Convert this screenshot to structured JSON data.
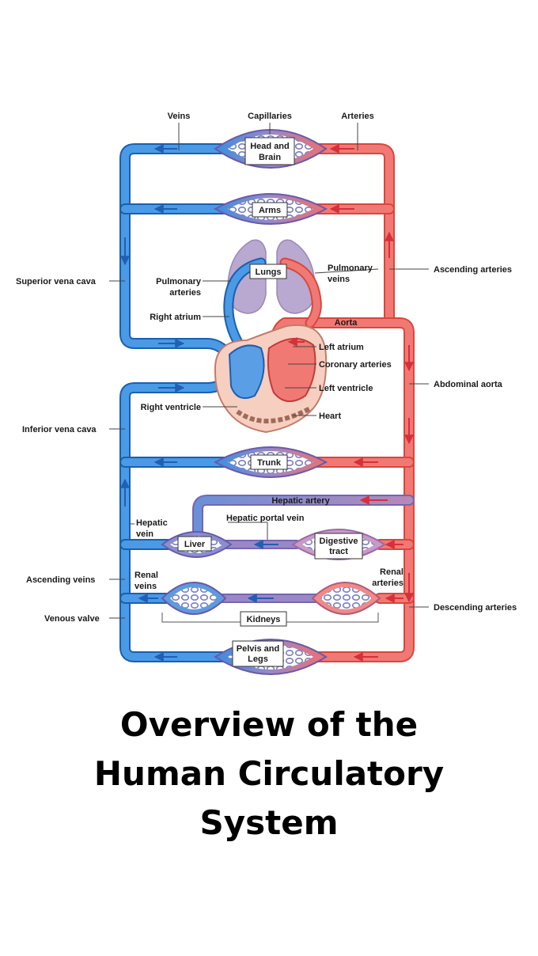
{
  "colors": {
    "vein": "#3b8ee0",
    "artery": "#ef6f6f",
    "mixed": "#8f86c6",
    "arrow_blue": "#1f5fb4",
    "arrow_red": "#d6303a",
    "heart_fill": "#f6cfc0",
    "lung_fill": "#b9a8cf"
  },
  "headers": {
    "veins": "Veins",
    "capillaries": "Capillaries",
    "arteries": "Arteries"
  },
  "organs": {
    "head_line1": "Head and",
    "head_line2": "Brain",
    "arms": "Arms",
    "lungs": "Lungs",
    "trunk": "Trunk",
    "liver": "Liver",
    "digestive_line1": "Digestive",
    "digestive_line2": "tract",
    "kidneys": "Kidneys",
    "pelvis_line1": "Pelvis and",
    "pelvis_line2": "Legs"
  },
  "labels": {
    "superior_vena_cava": "Superior vena cava",
    "pulmonary_arteries_line1": "Pulmonary",
    "pulmonary_arteries_line2": "arteries",
    "pulmonary_veins_line1": "Pulmonary",
    "pulmonary_veins_line2": "veins",
    "ascending_arteries": "Ascending arteries",
    "right_atrium": "Right atrium",
    "aorta": "Aorta",
    "left_atrium": "Left atrium",
    "coronary_arteries": "Coronary arteries",
    "left_ventricle": "Left ventricle",
    "abdominal_aorta": "Abdominal aorta",
    "right_ventricle": "Right ventricle",
    "heart": "Heart",
    "inferior_vena_cava": "Inferior vena cava",
    "hepatic_artery": "Hepatic artery",
    "hepatic_vein_line1": "Hepatic",
    "hepatic_vein_line2": "vein",
    "hepatic_portal_vein": "Hepatic portal vein",
    "renal_veins_line1": "Renal",
    "renal_veins_line2": "veins",
    "renal_arteries_line1": "Renal",
    "renal_arteries_line2": "arteries",
    "ascending_veins": "Ascending veins",
    "descending_arteries": "Descending arteries",
    "venous_valve": "Venous valve"
  },
  "caption": {
    "line1": "Overview of the",
    "line2": "Human Circulatory",
    "line3": "System"
  }
}
